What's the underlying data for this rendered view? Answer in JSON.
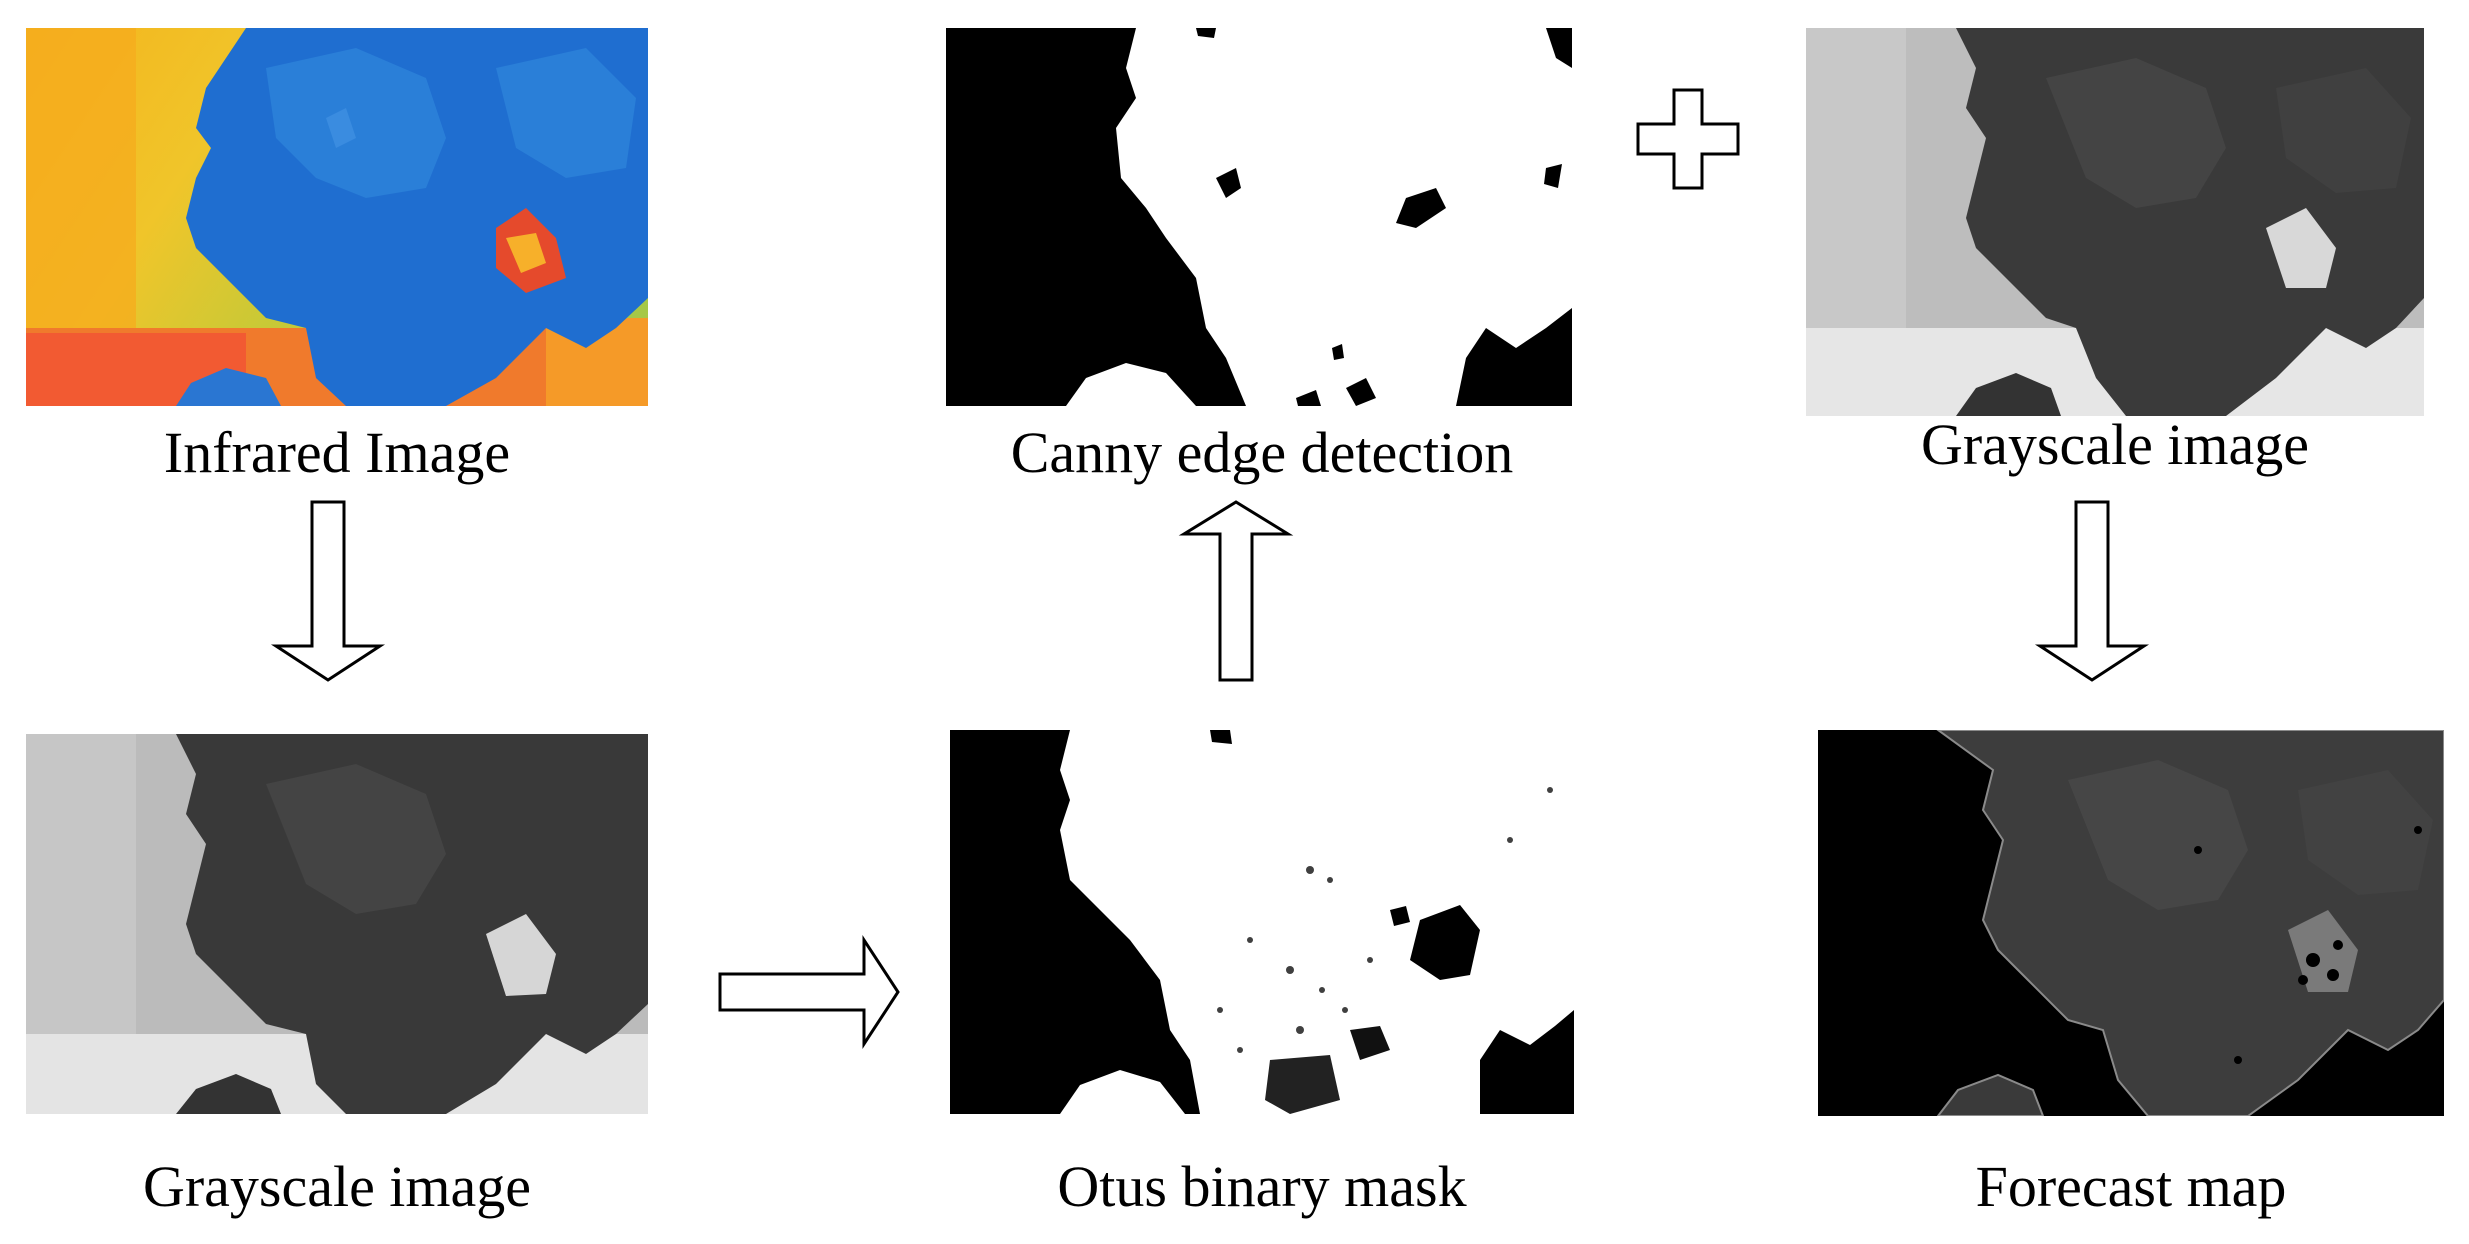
{
  "diagram": {
    "panels": [
      {
        "id": "infrared",
        "caption": "Infrared Image"
      },
      {
        "id": "canny",
        "caption": "Canny edge detection"
      },
      {
        "id": "gray-top",
        "caption": "Grayscale image"
      },
      {
        "id": "gray-bottom",
        "caption": "Grayscale image"
      },
      {
        "id": "otsu",
        "caption": "Otus binary mask"
      },
      {
        "id": "forecast",
        "caption": "Forecast map"
      }
    ],
    "colors": {
      "infrared_background": "#f2b820",
      "infrared_leaf": "#1e6fd0",
      "infrared_hot": "#ee4a2a",
      "gray_background": "#b8b8b8",
      "gray_leaf": "#3b3b3b",
      "mask_black": "#000000",
      "mask_white": "#ffffff"
    },
    "icons": [
      "arrow-down-icon",
      "arrow-up-icon",
      "arrow-right-icon",
      "plus-icon"
    ]
  }
}
